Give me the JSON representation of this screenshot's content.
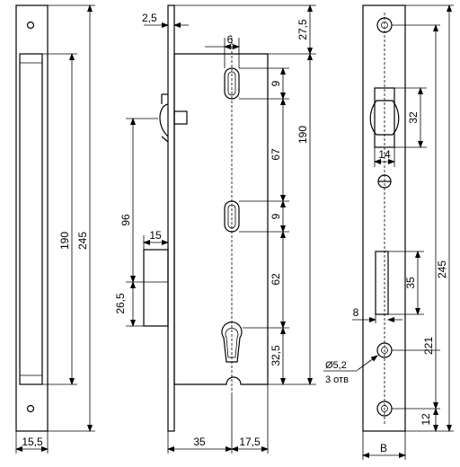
{
  "dims": {
    "front_245": "245",
    "front_190": "190",
    "front_15_5": "15,5",
    "side_2_5": "2,5",
    "side_6": "6",
    "side_27_5": "27,5",
    "side_9_top": "9",
    "side_190": "190",
    "side_67": "67",
    "side_96": "96",
    "side_9_mid": "9",
    "side_15": "15",
    "side_62": "62",
    "side_26_5": "26,5",
    "side_32_5": "32,5",
    "side_35": "35",
    "side_17_5": "17,5",
    "back_32": "32",
    "back_14": "14",
    "back_35": "35",
    "back_8": "8",
    "back_245": "245",
    "back_221": "221",
    "back_12": "12",
    "back_B": "B"
  },
  "notes": {
    "hole_diameter": "Ø5,2",
    "hole_count": "3 отв"
  }
}
